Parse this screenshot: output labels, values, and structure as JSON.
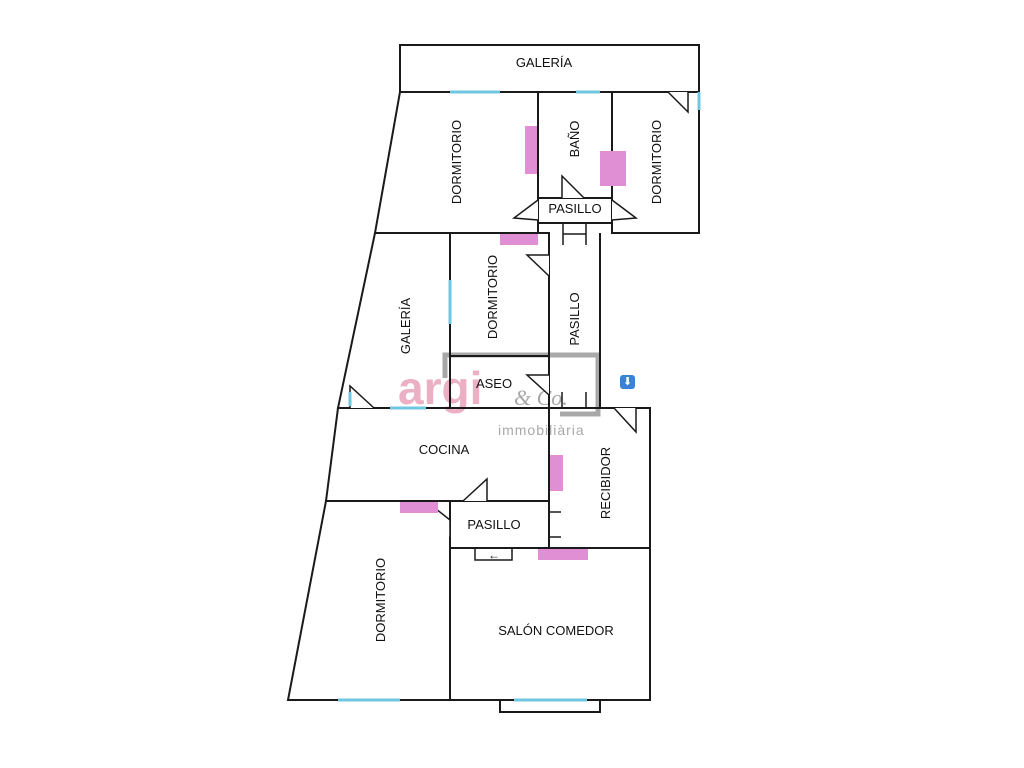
{
  "rooms": {
    "galeria_top": "GALERÍA",
    "dormitorio_1": "DORMITORIO",
    "bano": "BAÑO",
    "dormitorio_2": "DORMITORIO",
    "pasillo_1": "PASILLO",
    "galeria_side": "GALERÍA",
    "dormitorio_3": "DORMITORIO",
    "pasillo_2": "PASILLO",
    "aseo": "ASEO",
    "cocina": "COCINA",
    "recibidor": "RECIBIDOR",
    "pasillo_3": "PASILLO",
    "dormitorio_4": "DORMITORIO",
    "salon_comedor": "SALÓN COMEDOR"
  },
  "watermark": {
    "brand": "argi",
    "co": "& Co.",
    "subtitle": "immobiliària"
  },
  "entry_arrow": "←",
  "download_icon_glyph": "⬇",
  "colors": {
    "wall": "#1a1a1a",
    "window": "#6fc7e0",
    "radiator": "#e08fd4",
    "logo_pink": "#e9a3bc",
    "logo_gray": "#9a9a9a"
  }
}
